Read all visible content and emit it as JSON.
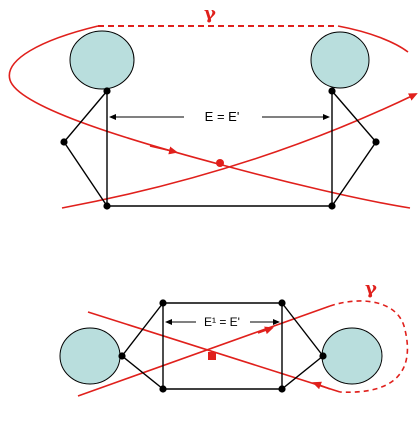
{
  "top": {
    "gamma_label": "γ",
    "edge_label": "E = E'"
  },
  "bottom": {
    "gamma_label": "γ",
    "edge_label": "E¹ = E'"
  },
  "colors": {
    "curve": "#e0201c",
    "boundary_circle_fill": "#b9dedd",
    "graph": "#000000"
  }
}
